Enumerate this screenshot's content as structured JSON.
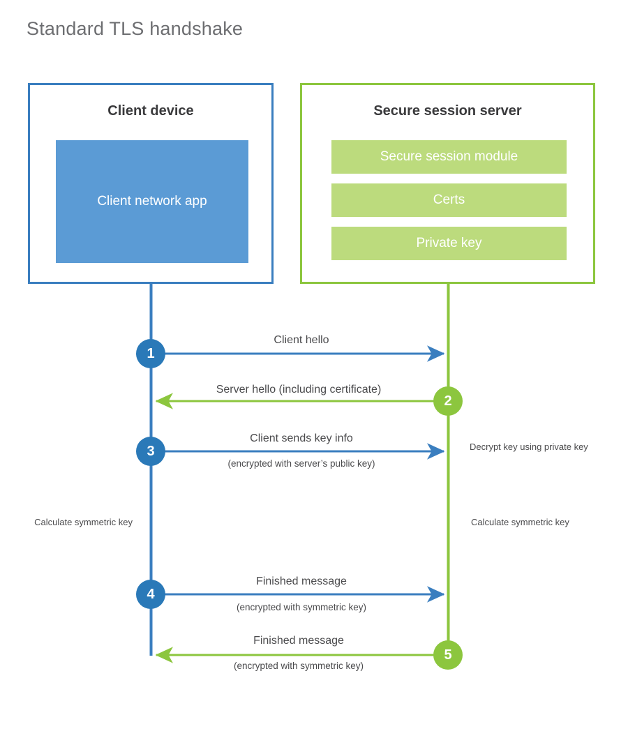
{
  "page": {
    "title": "Standard TLS handshake"
  },
  "colors": {
    "client_accent": "#3a7ebf",
    "client_fill": "#5b9bd5",
    "client_circle": "#2a79b8",
    "server_accent": "#8cc63e",
    "server_fill": "#bcdb7d",
    "server_circle": "#8cc63e",
    "text": "#4a4a4c",
    "title_text": "#6d6e71",
    "background": "#ffffff"
  },
  "parties": {
    "client": {
      "heading": "Client device",
      "block_label": "Client network app"
    },
    "server": {
      "heading": "Secure session server",
      "blocks": [
        {
          "label": "Secure session module"
        },
        {
          "label": "Certs"
        },
        {
          "label": "Private key"
        }
      ]
    }
  },
  "steps": [
    {
      "number": "1",
      "label": "Client hello",
      "sublabel": "",
      "direction": "client-to-server",
      "color": "blue"
    },
    {
      "number": "2",
      "label": "Server hello (including certificate)",
      "sublabel": "",
      "direction": "server-to-client",
      "color": "green"
    },
    {
      "number": "3",
      "label": "Client sends key info",
      "sublabel": "(encrypted with server’s public key)",
      "direction": "client-to-server",
      "color": "blue"
    },
    {
      "number": "4",
      "label": "Finished message",
      "sublabel": "(encrypted with symmetric key)",
      "direction": "client-to-server",
      "color": "blue"
    },
    {
      "number": "5",
      "label": "Finished message",
      "sublabel": "(encrypted with symmetric key)",
      "direction": "server-to-client",
      "color": "green"
    }
  ],
  "annotations": {
    "server_decrypt": "Decrypt key using private key",
    "client_calculate": "Calculate symmetric key",
    "server_calculate": "Calculate symmetric key"
  }
}
